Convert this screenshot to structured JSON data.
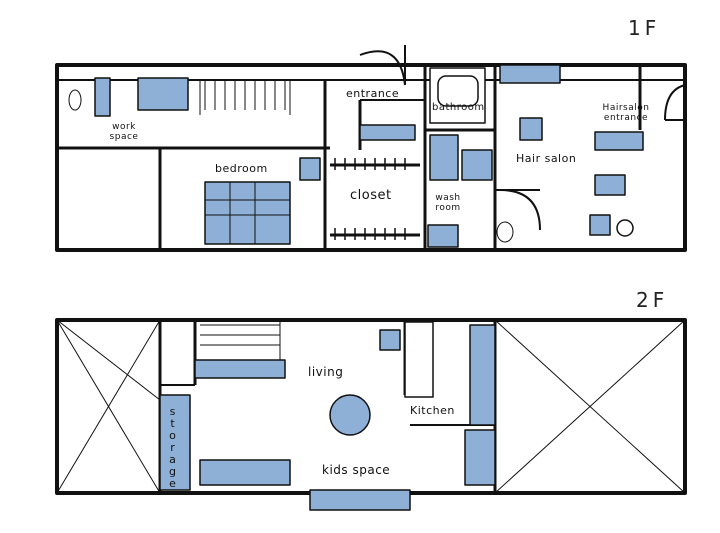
{
  "colors": {
    "furniture": "#8fb0d6",
    "wall": "#111111"
  },
  "floors": [
    {
      "label": "1F",
      "rooms": [
        "work space",
        "bedroom",
        "entrance",
        "bathroom",
        "closet",
        "wash room",
        "Hair salon",
        "Hairsalon entrance"
      ]
    },
    {
      "label": "2F",
      "rooms": [
        "living",
        "Kitchen",
        "storage",
        "kids space"
      ]
    }
  ]
}
